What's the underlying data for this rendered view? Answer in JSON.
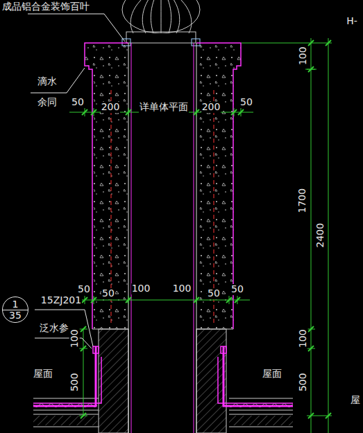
{
  "diagram": {
    "nodes": [
      {
        "text": [
          "1",
          "35"
        ]
      }
    ],
    "labels": [
      "成品铝合金装饰百叶",
      "H-",
      "滴水",
      "余同",
      "50",
      "200",
      "详单体平面",
      "200",
      "50",
      "100",
      "1700",
      "2400",
      "50",
      "50",
      "100",
      "100",
      "50",
      "50",
      "15ZJ201",
      "泛水参",
      "100",
      "500",
      "屋面",
      "屋面",
      "100",
      "500",
      "屋"
    ]
  }
}
